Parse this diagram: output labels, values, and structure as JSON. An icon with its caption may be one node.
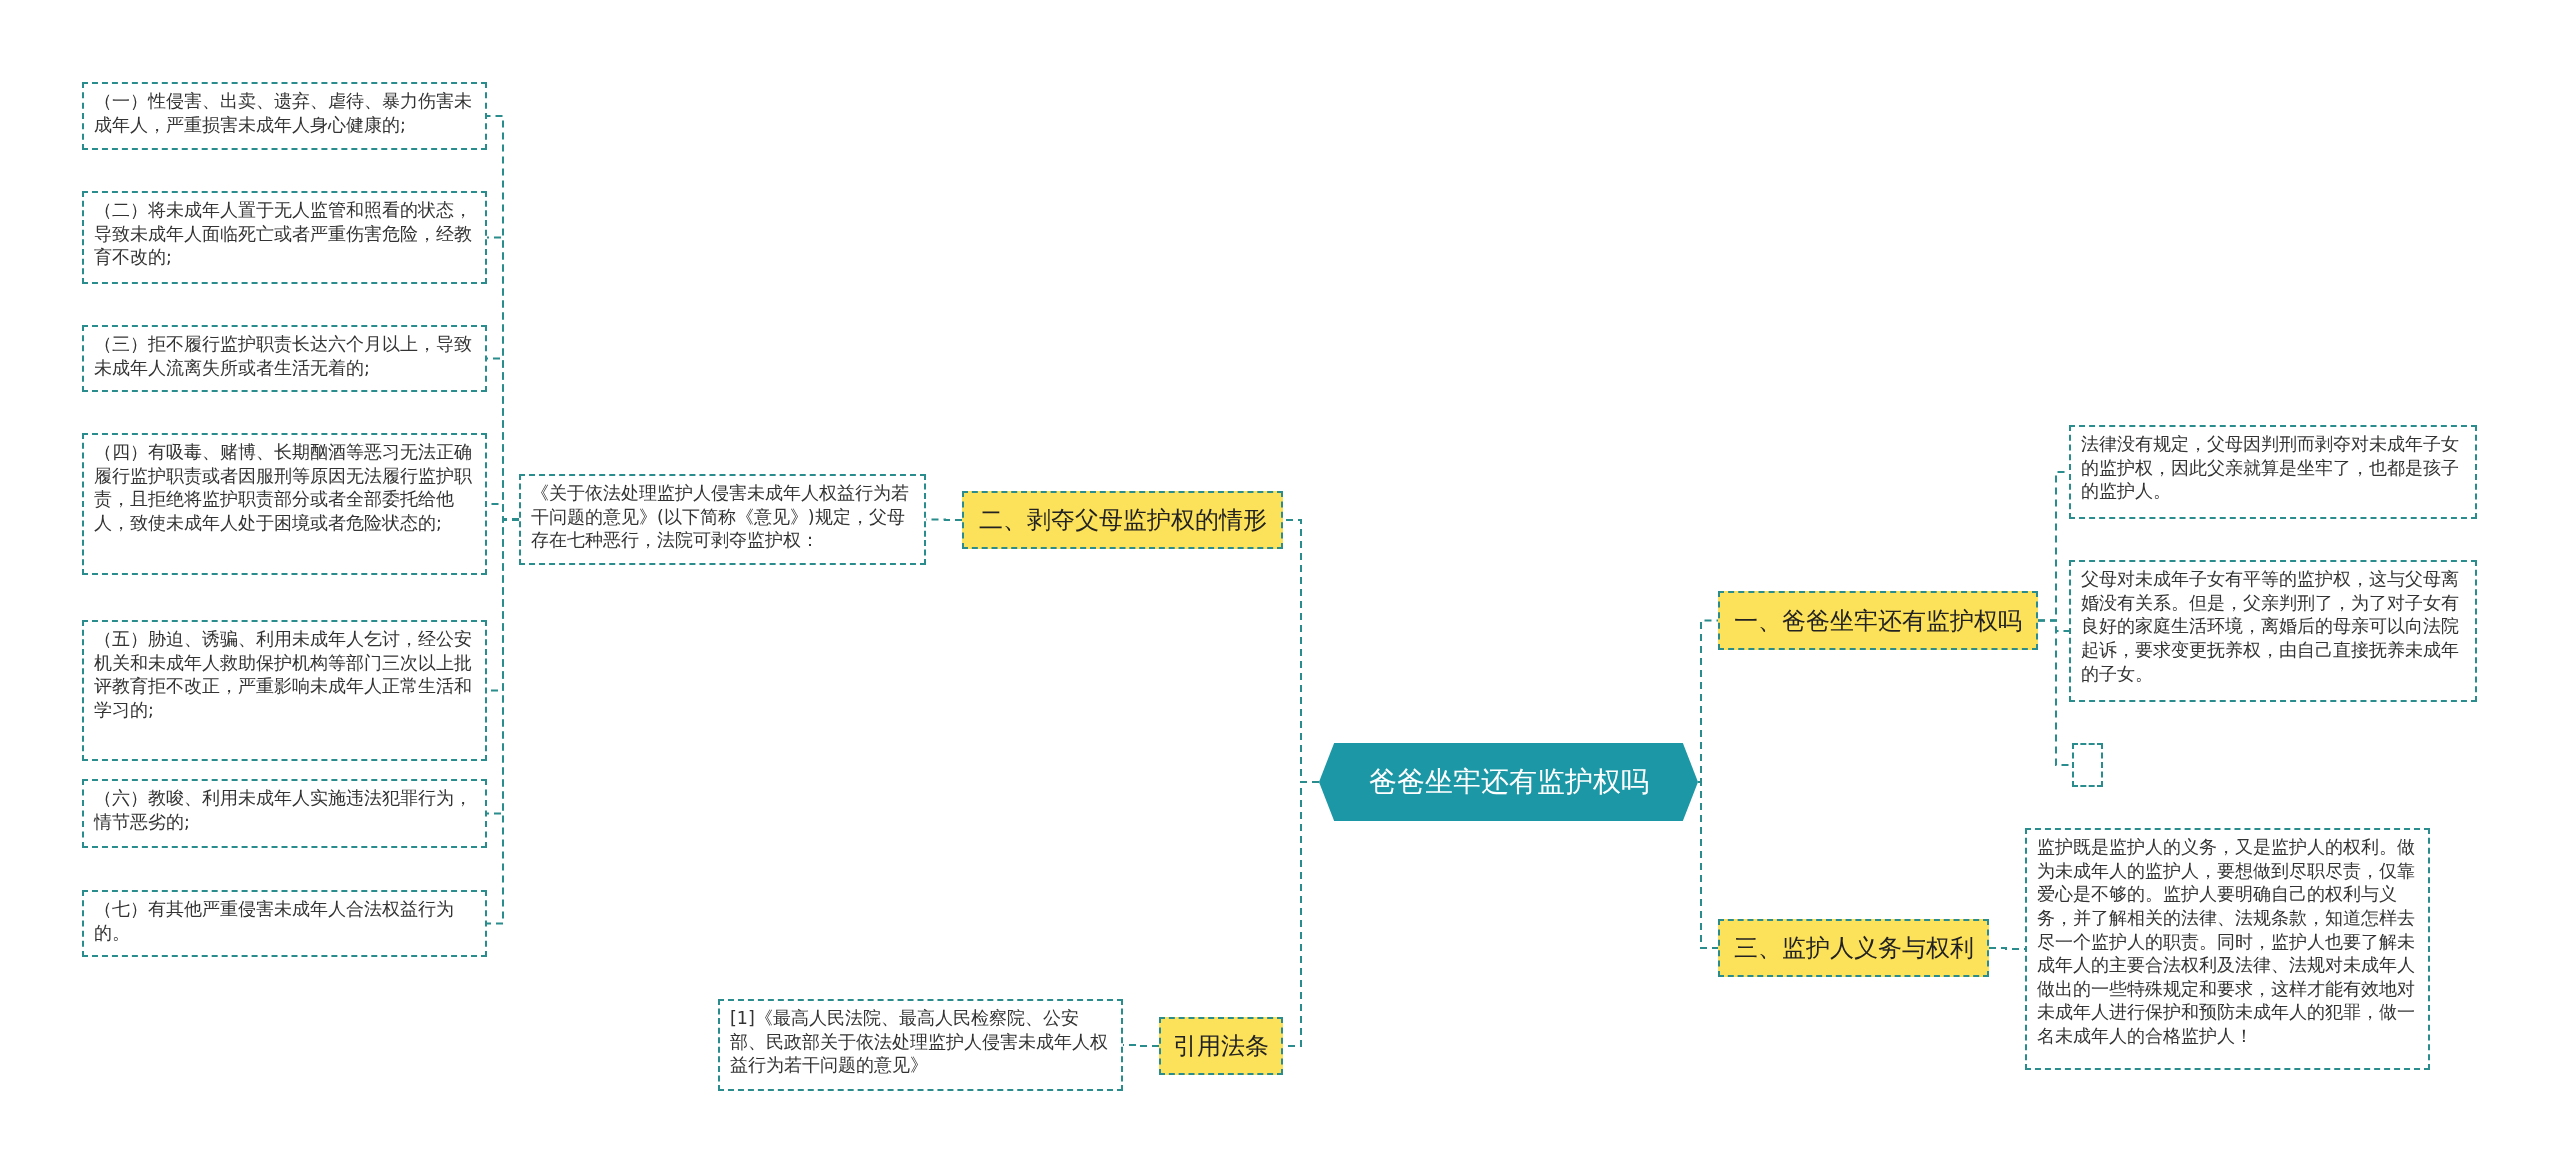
{
  "diagram": {
    "nodes": [
      {
        "text": [
          "爸爸坐牢还有监护权吗"
        ]
      },
      {
        "text": [
          "一、爸爸坐牢还有监护权吗"
        ]
      },
      {
        "text": [
          "法律没有规定，父母因判刑而剥夺对未成年子女的监护权，因此父亲就算是坐牢了，也都是孩子的监护人。"
        ]
      },
      {
        "text": [
          "父母对未成年子女有平等的监护权，这与父母离婚没有关系。但是，父亲判刑了，为了对子女有良好的家庭生活环境，离婚后的母亲可以向法院起诉，要求变更抚养权，由自己直接抚养未成年的子女。"
        ]
      },
      {
        "text": [],
        "shape": "box"
      },
      {
        "text": [
          "三、监护人义务与权利"
        ]
      },
      {
        "text": [
          "监护既是监护人的义务，又是监护人的权利。做为未成年人的监护人，要想做到尽职尽责，仅靠爱心是不够的。监护人要明确自己的权利与义务，并了解相关的法律、法规条款，知道怎样去尽一个监护人的职责。同时，监护人也要了解未成年人的主要合法权利及法律、法规对未成年人做出的一些特殊规定和要求，这样才能有效地对未成年人进行保护和预防未成年人的犯罪，做一名未成年人的合格监护人！"
        ]
      },
      {
        "text": [
          "二、剥夺父母监护权的情形"
        ]
      },
      {
        "text": [
          "《关于依法处理监护人侵害未成年人权益行为若干问题的意见》(以下简称《意见》)规定，父母存在七种恶行，法院可剥夺监护权："
        ]
      },
      {
        "text": [
          "（一）性侵害、出卖、遗弃、虐待、暴力伤害未成年人，严重损害未成年人身心健康的;"
        ]
      },
      {
        "text": [
          "（二）将未成年人置于无人监管和照看的状态，导致未成年人面临死亡或者严重伤害危险，经教育不改的;"
        ]
      },
      {
        "text": [
          "（三）拒不履行监护职责长达六个月以上，导致未成年人流离失所或者生活无着的;"
        ]
      },
      {
        "text": [
          "（四）有吸毒、赌博、长期酗酒等恶习无法正确履行监护职责或者因服刑等原因无法履行监护职责，且拒绝将监护职责部分或者全部委托给他人，致使未成年人处于困境或者危险状态的;"
        ]
      },
      {
        "text": [
          "（五）胁迫、诱骗、利用未成年人乞讨，经公安机关和未成年人救助保护机构等部门三次以上批评教育拒不改正，严重影响未成年人正常生活和学习的;"
        ]
      },
      {
        "text": [
          "（六）教唆、利用未成年人实施违法犯罪行为，情节恶劣的;"
        ]
      },
      {
        "text": [
          "（七）有其他严重侵害未成年人合法权益行为的。"
        ]
      },
      {
        "text": [
          "引用法条"
        ]
      },
      {
        "text": [
          "[1]《最高人民法院、最高人民检察院、公安部、民政部关于依法处理监护人侵害未成年人权益行为若干问题的意见》"
        ]
      }
    ],
    "edges": [
      {
        "from": 0,
        "to": 1,
        "arrow": "none"
      },
      {
        "from": 1,
        "to": 2,
        "arrow": "none"
      },
      {
        "from": 1,
        "to": 3,
        "arrow": "none"
      },
      {
        "from": 1,
        "to": 4,
        "arrow": "none"
      },
      {
        "from": 0,
        "to": 5,
        "arrow": "none"
      },
      {
        "from": 5,
        "to": 6,
        "arrow": "none"
      },
      {
        "from": 0,
        "to": 7,
        "arrow": "none"
      },
      {
        "from": 7,
        "to": 8,
        "arrow": "none"
      },
      {
        "from": 8,
        "to": 9,
        "arrow": "none"
      },
      {
        "from": 8,
        "to": 10,
        "arrow": "none"
      },
      {
        "from": 8,
        "to": 11,
        "arrow": "none"
      },
      {
        "from": 8,
        "to": 12,
        "arrow": "none"
      },
      {
        "from": 8,
        "to": 13,
        "arrow": "none"
      },
      {
        "from": 8,
        "to": 14,
        "arrow": "none"
      },
      {
        "from": 8,
        "to": 15,
        "arrow": "none"
      },
      {
        "from": 0,
        "to": 16,
        "arrow": "none"
      },
      {
        "from": 16,
        "to": 17,
        "arrow": "none"
      }
    ]
  }
}
